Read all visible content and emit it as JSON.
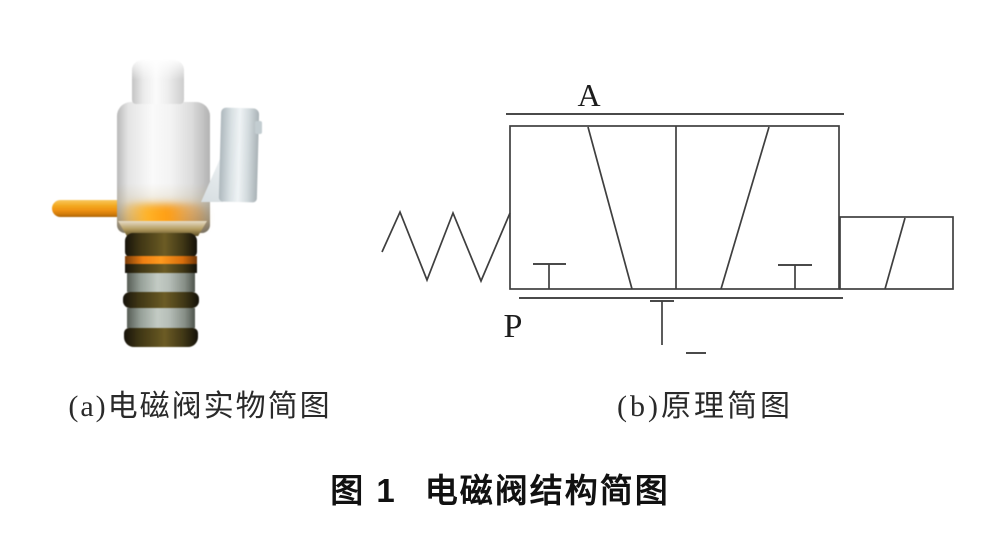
{
  "panel_a": {
    "caption": "(a)电磁阀实物简图"
  },
  "panel_b": {
    "caption": "(b)原理简图",
    "label_top_port": "A",
    "label_bottom_port": "P"
  },
  "figure_caption": {
    "label": "图 1",
    "title": "电磁阀结构简图"
  },
  "colors": {
    "schematic_line": "#3f3f3f",
    "valve_orange": "#f29b13",
    "valve_dark_ring": "#3e3514",
    "valve_light_band": "#b6beb8",
    "connector_gray": "#d2dadd"
  }
}
